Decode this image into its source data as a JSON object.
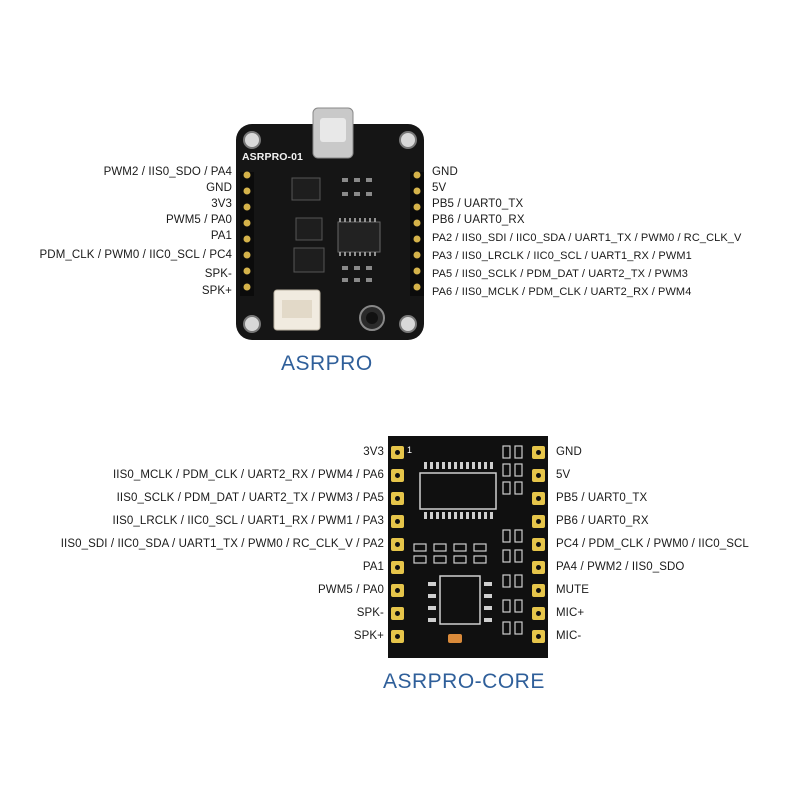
{
  "board1": {
    "title": "ASRPRO",
    "silkscreen": "ASRPRO-01",
    "left_pins": [
      "PWM2 / IIS0_SDO / PA4",
      "GND",
      "3V3",
      "PWM5 / PA0",
      "PA1",
      "PDM_CLK  / PWM0 / IIC0_SCL / PC4",
      "SPK-",
      "SPK+"
    ],
    "right_pins": [
      "GND",
      "5V",
      "PB5 / UART0_TX",
      "PB6 / UART0_RX",
      "PA2 / IIS0_SDI / IIC0_SDA / UART1_TX / PWM0 / RC_CLK_V",
      "PA3 / IIS0_LRCLK / IIC0_SCL / UART1_RX / PWM1",
      "PA5 / IIS0_SCLK / PDM_DAT / UART2_TX / PWM3",
      "PA6 / IIS0_MCLK / PDM_CLK / UART2_RX / PWM4"
    ]
  },
  "board2": {
    "title": "ASRPRO-CORE",
    "pin1_mark": "1",
    "left_pins": [
      "3V3",
      "IIS0_MCLK / PDM_CLK / UART2_RX / PWM4 / PA6",
      "IIS0_SCLK / PDM_DAT / UART2_TX / PWM3 / PA5",
      "IIS0_LRCLK / IIC0_SCL / UART1_RX / PWM1 / PA3",
      "IIS0_SDI / IIC0_SDA / UART1_TX / PWM0 / RC_CLK_V / PA2",
      "PA1",
      "PWM5 / PA0",
      "SPK-",
      "SPK+"
    ],
    "right_pins": [
      "GND",
      "5V",
      "PB5 / UART0_TX",
      "PB6 / UART0_RX",
      "PC4 / PDM_CLK  / PWM0 / IIC0_SCL",
      "PA4 / PWM2 / IIS0_SDO",
      "MUTE",
      "MIC+",
      "MIC-"
    ]
  }
}
